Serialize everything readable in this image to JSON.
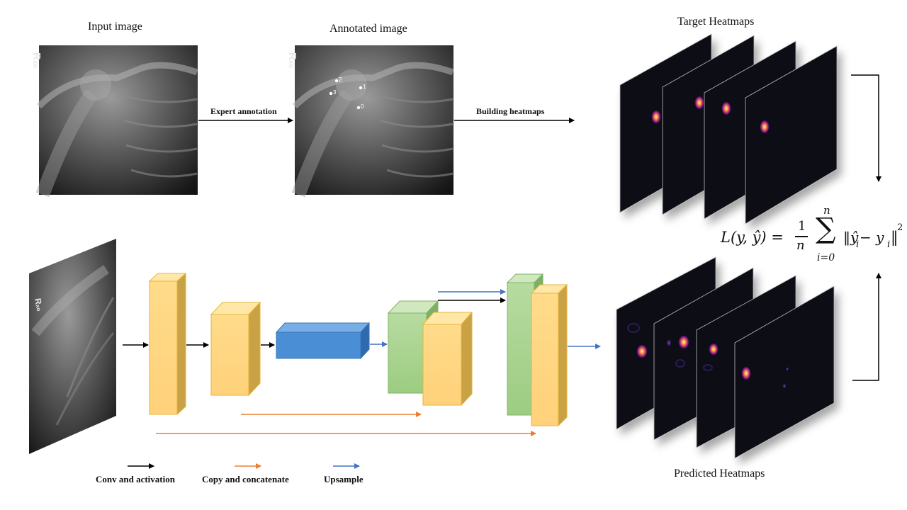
{
  "labels": {
    "input_image": "Input image",
    "annotated_image": "Annotated image",
    "target_heatmaps": "Target Heatmaps",
    "predicted_heatmaps": "Predicted Heatmaps",
    "expert_annotation": "Expert annotation",
    "building_heatmaps": "Building heatmaps"
  },
  "xray_marker": {
    "letter": "R",
    "sub": "xo"
  },
  "landmarks": [
    "0",
    "1",
    "2",
    "3"
  ],
  "legend": {
    "conv": "Conv and activation",
    "copy": "Copy and concatenate",
    "upsample": "Upsample"
  },
  "formula": {
    "lhs": "L(y, ŷ) =",
    "frac_num": "1",
    "frac_den": "n",
    "sum_upper": "n",
    "sum_symbol": "∑",
    "sum_lower": "i=0",
    "body": "‖ŷ",
    "sub_i1": "i",
    "minus_y": " − y",
    "sub_i2": "i",
    "norm_close": "‖",
    "power": "2"
  },
  "colors": {
    "arrow_conv": "#000000",
    "arrow_copy": "#ed7d31",
    "arrow_upsample": "#4472c4",
    "block_encoder": "#ffd780",
    "block_bottleneck": "#4a8fd6",
    "block_decoder": "#a9d18e",
    "heatmap_bg": "#0d0b12"
  }
}
